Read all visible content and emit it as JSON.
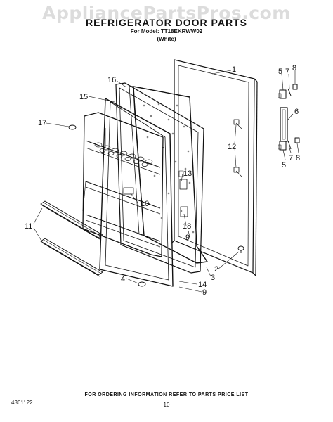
{
  "watermark": "AppliancePartsPros.com",
  "header": {
    "title": "REFRIGERATOR DOOR PARTS",
    "model": "For Model: TT18EKRWW02",
    "color": "(White)"
  },
  "callouts": {
    "c1": "1",
    "c2": "2",
    "c3": "3",
    "c4": "4",
    "c5a": "5",
    "c5b": "5",
    "c6": "6",
    "c7a": "7",
    "c7b": "7",
    "c8a": "8",
    "c8b": "8",
    "c9a": "9",
    "c9b": "9",
    "c10": "10",
    "c11": "11",
    "c12": "12",
    "c13": "13",
    "c14": "14",
    "c15": "15",
    "c16": "16",
    "c17": "17",
    "c18": "18"
  },
  "footer": {
    "note": "FOR ORDERING INFORMATION REFER TO PARTS PRICE LIST",
    "doc_number": "4361122",
    "page": "10"
  }
}
